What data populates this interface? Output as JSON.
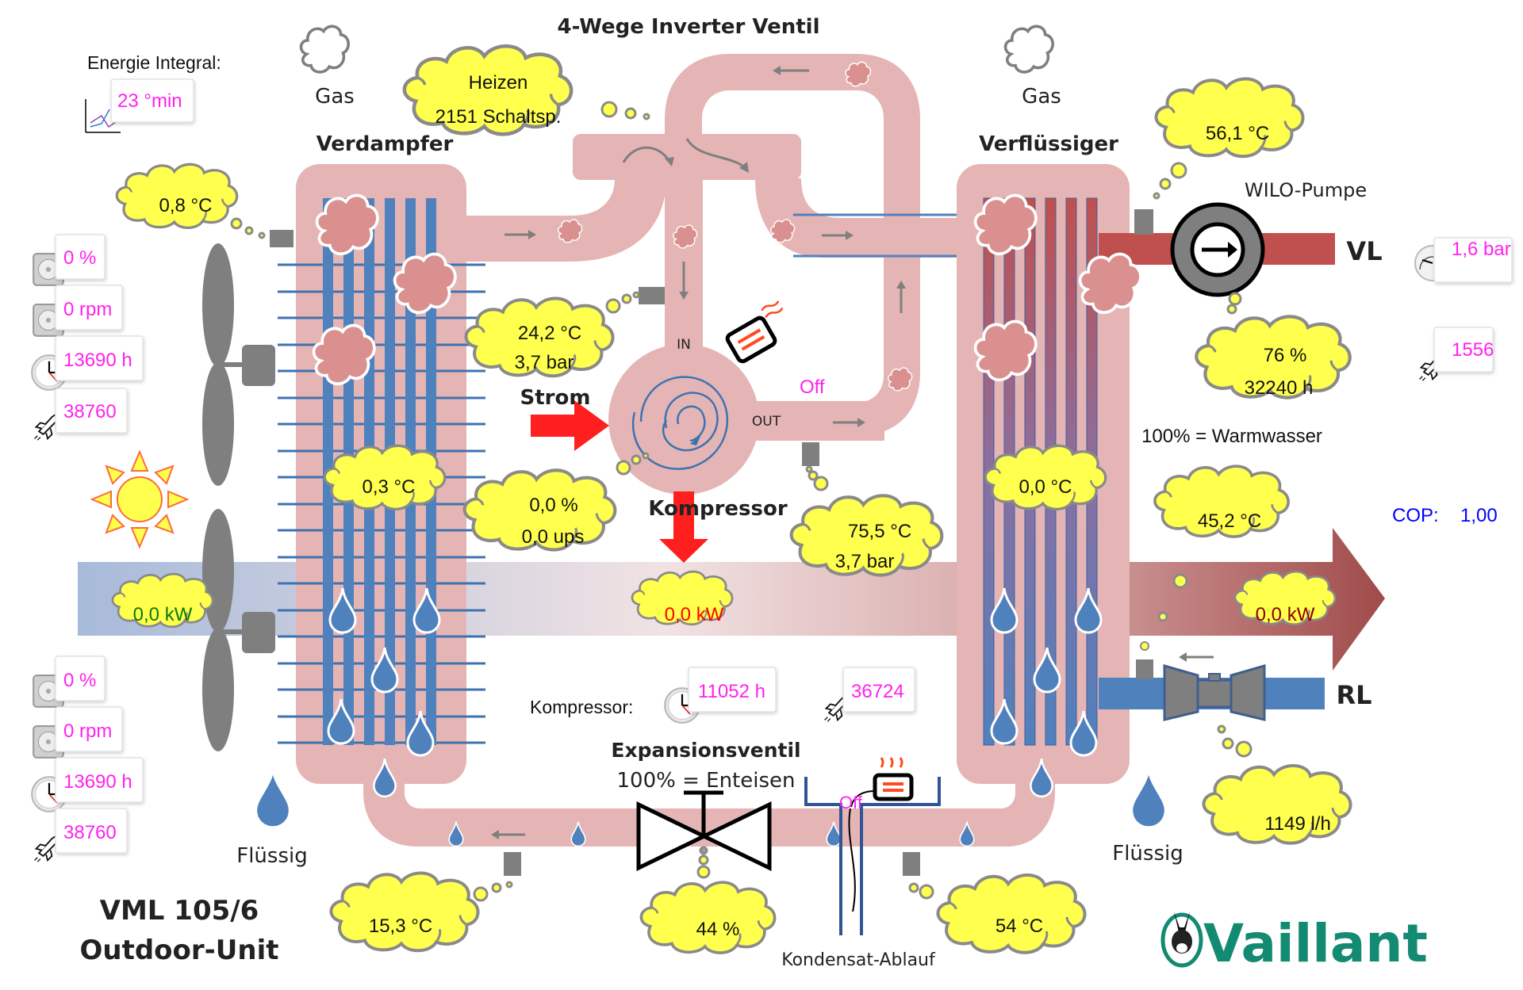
{
  "title": {
    "model": "VML 105/6",
    "unit": "Outdoor-Unit"
  },
  "labels": {
    "four_way_valve": "4-Wege Inverter Ventil",
    "evaporator": "Verdampfer",
    "condenser": "Verflüssiger",
    "gas_left": "Gas",
    "gas_right": "Gas",
    "liquid_left": "Flüssig",
    "liquid_right": "Flüssig",
    "power_in": "Strom",
    "compressor": "Kompressor",
    "compressor_in": "IN",
    "compressor_out": "OUT",
    "pump": "WILO-Pumpe",
    "flow": "VL",
    "return": "RL",
    "dhw_note": "100% = Warmwasser",
    "expansion_valve": "Expansionsventil",
    "expansion_note": "100% = Enteisen",
    "condensate": "Kondensat-Ablauf",
    "energy_integral": "Energie Integral:",
    "compressor_stats": "Kompressor:",
    "brand": "Vaillant"
  },
  "values": {
    "energy_integral": "23 °min",
    "mode": "Heizen",
    "switch_count": "2151 Schaltsp.",
    "outdoor_air_temp": "0,8 °C",
    "compressor_inlet_temp": "24,2 °C",
    "compressor_inlet_pressure": "3,7 bar",
    "evaporator_temp": "0,3 °C",
    "compressor_speed_pct": "0,0 %",
    "compressor_speed_ups": "0,0 ups",
    "compressor_outlet_temp": "75,5 °C",
    "compressor_outlet_pressure": "3,7 bar",
    "condenser_temp": "0,0 °C",
    "flow_temp": "56,1 °C",
    "pump_power": "76 %",
    "pump_hours": "32240 h",
    "return_temp": "45,2 °C",
    "water_flow": "1149 l/h",
    "env_power": "0,0 kW",
    "electric_power": "0,0 kW",
    "heat_power": "0,0 kW",
    "eev_position": "44 %",
    "liquid_line_temp": "15,3 °C",
    "condenser_outlet_temp": "54 °C",
    "crankcase_heater": "Off",
    "condensate_heater": "Off",
    "cop_label": "COP:",
    "cop_value": "1,00"
  },
  "badges": {
    "fan1_pct": "0 %",
    "fan1_rpm": "0 rpm",
    "fan1_hours": "13690 h",
    "fan1_starts": "38760",
    "fan2_pct": "0 %",
    "fan2_rpm": "0 rpm",
    "fan2_hours": "13690 h",
    "fan2_starts": "38760",
    "compressor_hours": "11052 h",
    "compressor_starts": "36724",
    "water_pressure": "1,6 bar",
    "pump_starts": "1556"
  },
  "colors": {
    "refrigerant_pipe": "#e5b5b5",
    "cloud": "#ffff4d",
    "badge_text": "#ff22ee",
    "cop_text": "#0000ff",
    "env_power_text": "#0a7a0a",
    "electric_power_text": "#ff0000",
    "heat_power_text": "#8b0000",
    "flow_pipe": "#c0504d",
    "return_pipe": "#4f81bd",
    "brand": "#138a72"
  }
}
